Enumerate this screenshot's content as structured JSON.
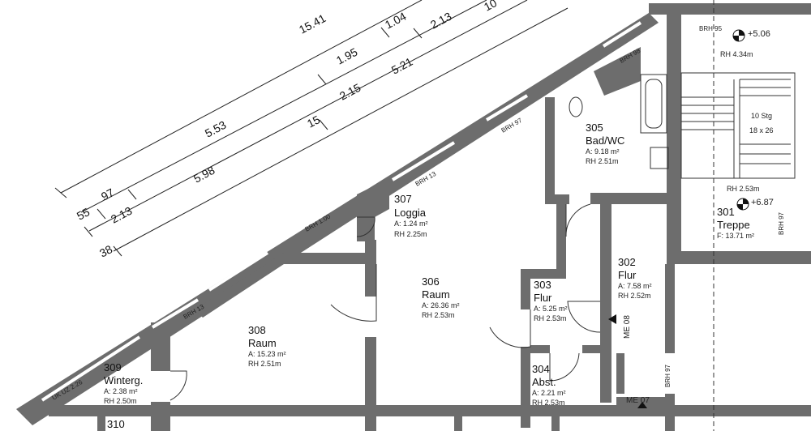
{
  "dimensions": {
    "row1": [
      "15.41",
      "1.04",
      "10"
    ],
    "row2": [
      "1.95",
      "2.13"
    ],
    "row3": [
      "5.53",
      "2.15",
      "5.21"
    ],
    "row4": [
      "55",
      "97",
      "15"
    ],
    "row5": [
      "2.13",
      "5.98"
    ],
    "row6": [
      "38"
    ]
  },
  "rooms": [
    {
      "number": "305",
      "name": "Bad/WC",
      "area": "A: 9.18 m²",
      "height": "RH 2.51m"
    },
    {
      "number": "307",
      "name": "Loggia",
      "area": "A: 1.24 m²",
      "height": "RH 2.25m"
    },
    {
      "number": "306",
      "name": "Raum",
      "area": "A: 26.36 m²",
      "height": "RH 2.53m"
    },
    {
      "number": "302",
      "name": "Flur",
      "area": "A: 7.58 m²",
      "height": "RH 2.52m"
    },
    {
      "number": "303",
      "name": "Flur",
      "area": "A: 5.25 m²",
      "height": "RH 2.53m"
    },
    {
      "number": "308",
      "name": "Raum",
      "area": "A: 15.23 m²",
      "height": "RH 2.51m"
    },
    {
      "number": "309",
      "name": "Winterg.",
      "area": "A: 2.38 m²",
      "height": "RH 2.50m"
    },
    {
      "number": "304",
      "name": "Abst.",
      "area": "A: 2.21 m²",
      "height": "RH 2.53m"
    },
    {
      "number": "301",
      "name": "Treppe",
      "area": "F: 13.71 m²",
      "height": ""
    },
    {
      "number": "310",
      "name": "",
      "area": "",
      "height": ""
    }
  ],
  "levels": [
    {
      "value": "+5.06",
      "height": "RH 4.34m"
    },
    {
      "value": "+6.87",
      "height": "RH 2.53m"
    }
  ],
  "stair": {
    "steps": "10 Stg",
    "size": "18 x 26"
  },
  "parapets": [
    "BRH 95",
    "BRH 98",
    "BRH 97",
    "BRH 13",
    "BRH 1.00",
    "BRH 13",
    "BRH 97",
    "BRH 97",
    "UK UZ 2.26"
  ],
  "markers": [
    "ME 08",
    "ME 07"
  ]
}
